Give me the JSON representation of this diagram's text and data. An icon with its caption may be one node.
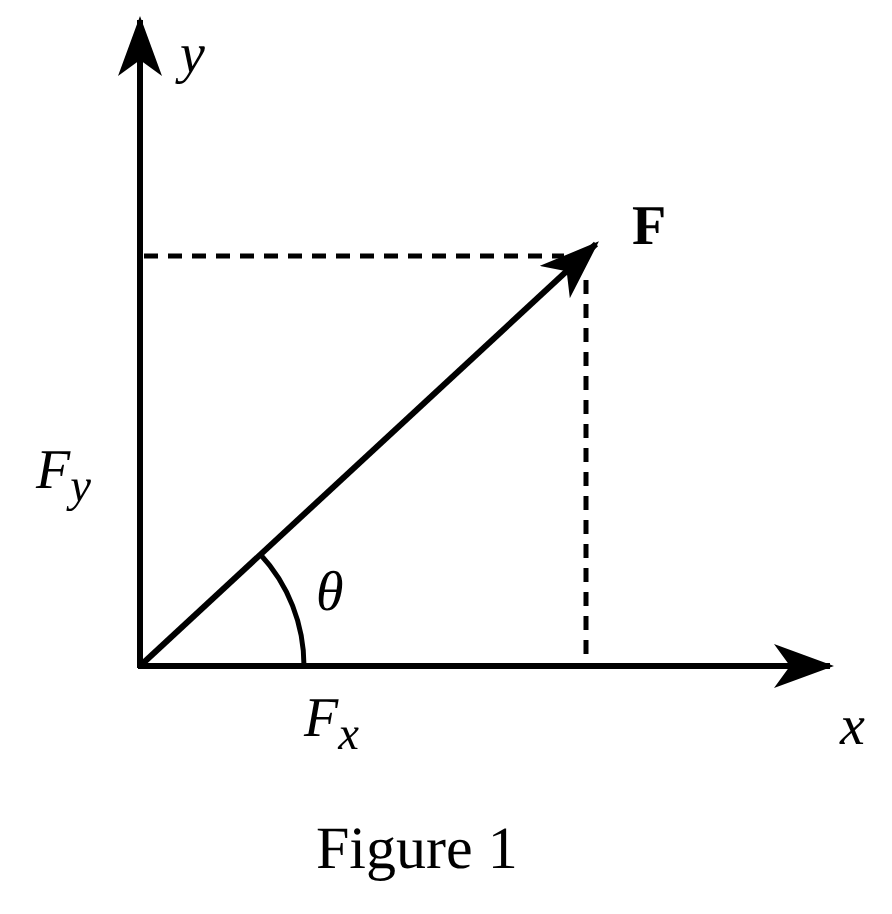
{
  "diagram": {
    "caption": "Figure 1",
    "labels": [
      "y",
      "F",
      "F$_{y}$",
      "θ",
      "F$_{x}$",
      "x"
    ]
  }
}
